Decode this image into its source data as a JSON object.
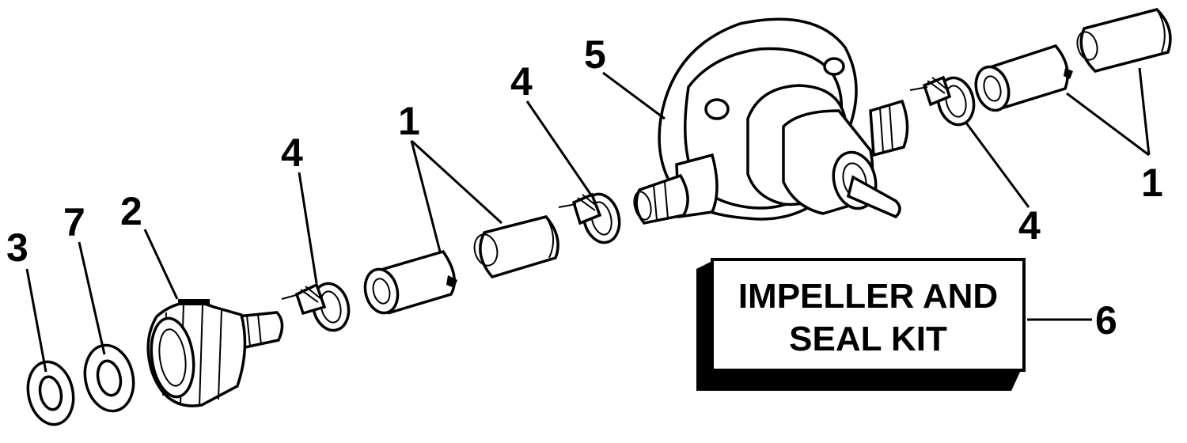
{
  "callouts": {
    "c1_mid": "1",
    "c1_right": "1",
    "c2": "2",
    "c3": "3",
    "c4_left": "4",
    "c4_mid": "4",
    "c4_right": "4",
    "c5": "5",
    "c6": "6",
    "c7": "7"
  },
  "kit": {
    "line1": "IMPELLER AND",
    "line2": "SEAL KIT"
  },
  "icons": {
    "washer": "flat-washer-icon",
    "gasket": "gasket-icon",
    "nut": "hose-coupling-nut-icon",
    "clamp": "hose-clamp-icon",
    "hose": "hose-section-icon",
    "pump": "water-pump-icon"
  },
  "colors": {
    "ink": "#000000",
    "paper": "#ffffff"
  }
}
